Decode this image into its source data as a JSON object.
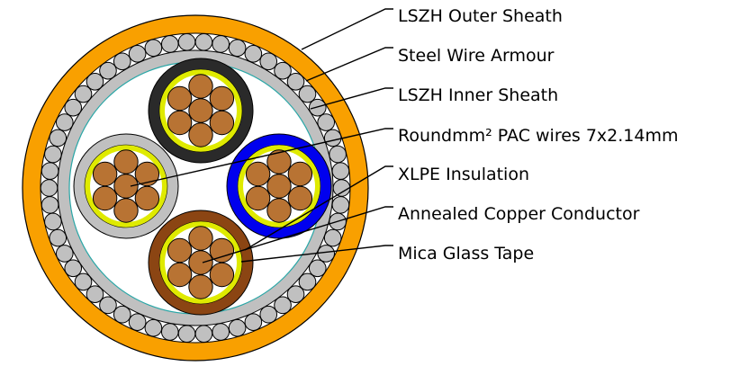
{
  "labels": {
    "outer_sheath": "LSZH Outer Sheath",
    "armour": "Steel Wire Armour",
    "inner_sheath": "LSZH Inner Sheath",
    "wires": "Roundmm² PAC wires 7x2.14mm",
    "insulation": "XLPE Insulation",
    "conductor": "Annealed Copper Conductor",
    "mica": "Mica Glass Tape"
  },
  "colors": {
    "outer_sheath": "#f9a000",
    "armour": "#c0c0c0",
    "inner_sheath": "#c0c0c0",
    "binder": "#2aa7a7",
    "copper": "#b87333",
    "mica": "#dfea00",
    "core_black": "#2a2a2a",
    "core_blue": "#0000ee",
    "core_grey": "#c0c0c0",
    "core_brown": "#8b4513"
  }
}
